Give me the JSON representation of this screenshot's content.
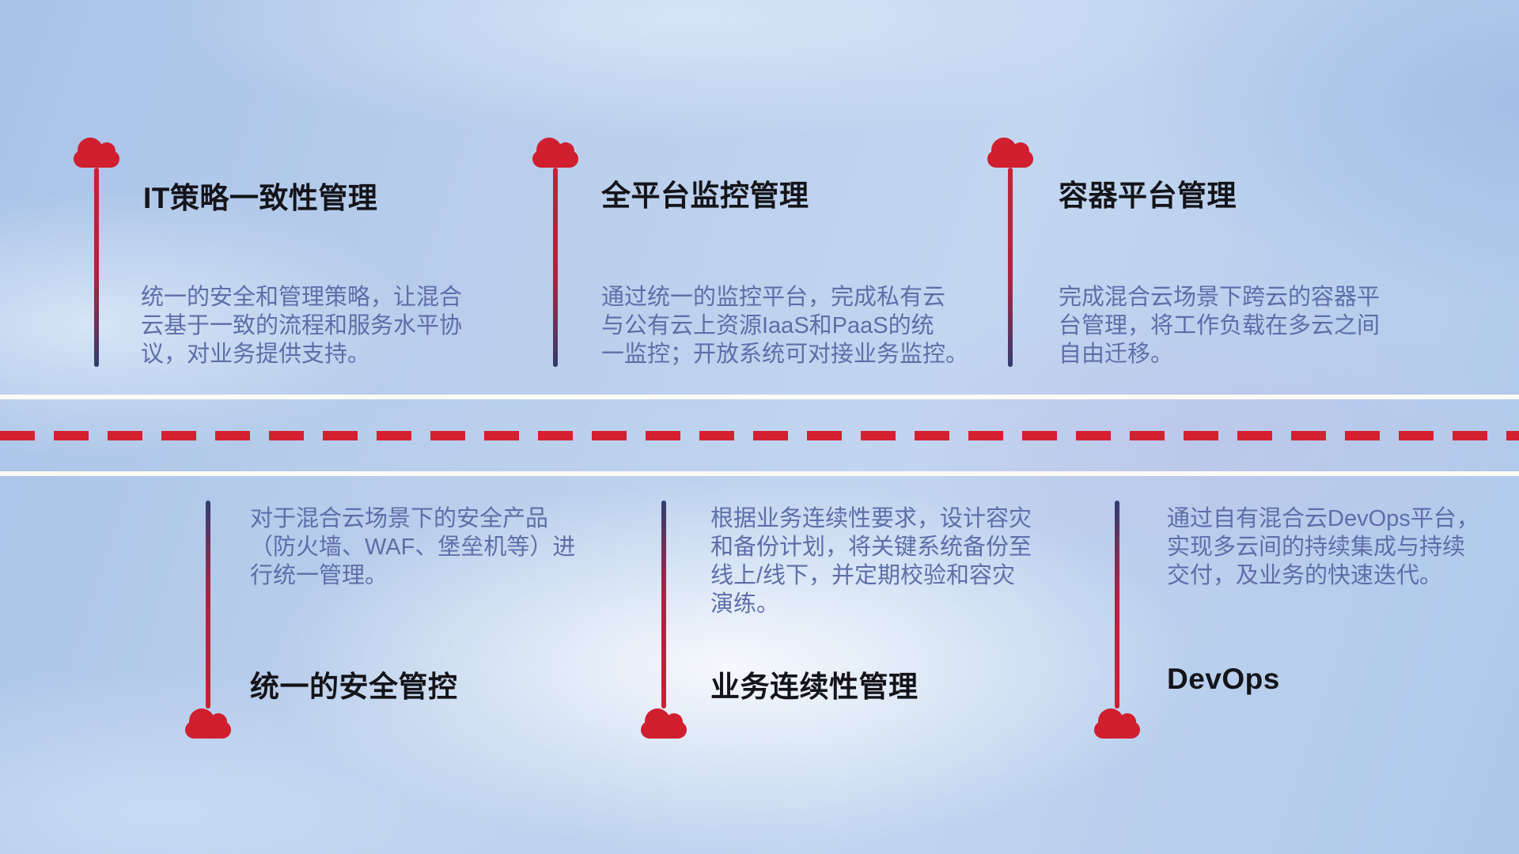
{
  "colors": {
    "background_base": "#b6cdec",
    "accent_red": "#d01f2f",
    "dashed_line_red": "#d42031",
    "stem_navy": "#303e70",
    "title_text": "#141419",
    "description_text": "#5e6ea8",
    "divider_white": "#fffcf6"
  },
  "items": [
    {
      "id": "it-policy-management",
      "position": "top",
      "title": "IT策略一致性管理",
      "description": "统一的安全和管理策略，让混合\n云基于一致的流程和服务水平协\n议，对业务提供支持。"
    },
    {
      "id": "platform-monitoring",
      "position": "top",
      "title": "全平台监控管理",
      "description": "通过统一的监控平台，完成私有云\n与公有云上资源IaaS和PaaS的统\n一监控；开放系统可对接业务监控。"
    },
    {
      "id": "container-platform",
      "position": "top",
      "title": "容器平台管理",
      "description": "完成混合云场景下跨云的容器平\n台管理，将工作负载在多云之间\n自由迁移。"
    },
    {
      "id": "unified-security-control",
      "position": "bottom",
      "title": "统一的安全管控",
      "description": "对于混合云场景下的安全产品\n（防火墙、WAF、堡垒机等）进\n行统一管理。"
    },
    {
      "id": "business-continuity-management",
      "position": "bottom",
      "title": "业务连续性管理",
      "description": "根据业务连续性要求，设计容灾\n和备份计划，将关键系统备份至\n线上/线下，并定期校验和容灾\n演练。"
    },
    {
      "id": "devops",
      "position": "bottom",
      "title": "DevOps",
      "description": "通过自有混合云DevOps平台，\n实现多云间的持续集成与持续\n交付，及业务的快速迭代。"
    }
  ]
}
